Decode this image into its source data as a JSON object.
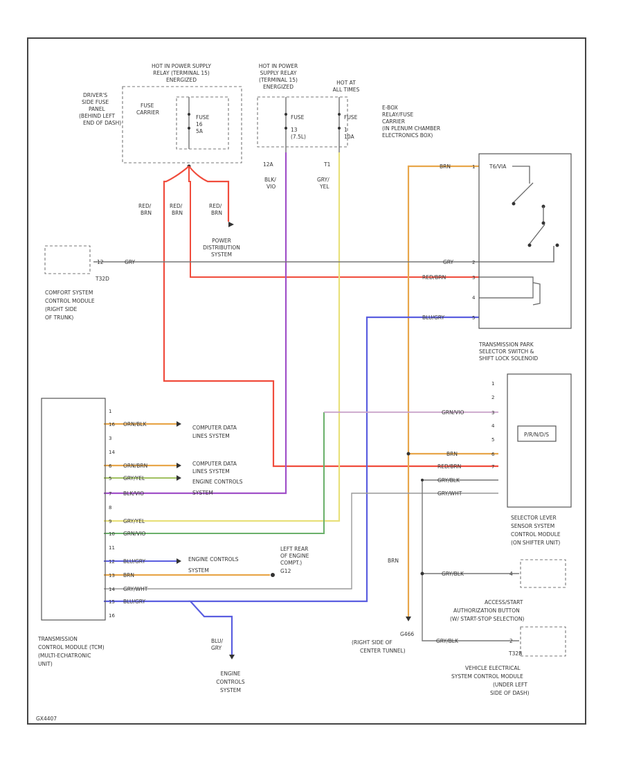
{
  "fuse_panels": {
    "left_panel_header": [
      "HOT IN POWER SUPPLY",
      "RELAY (TERMINAL 15)",
      "ENERGIZED"
    ],
    "left_panel_label": [
      "DRIVER'S",
      "SIDE FUSE",
      "PANEL",
      "(BEHIND LEFT",
      "END OF DASH)"
    ],
    "fuse_carrier": [
      "FUSE",
      "CARRIER"
    ],
    "left_fuse": [
      "FUSE",
      "16",
      "5A"
    ],
    "middle_header": [
      "HOT IN POWER",
      "SUPPLY RELAY",
      "(TERMINAL 15)",
      "ENERGIZED"
    ],
    "hot_at_all_times": [
      "HOT AT",
      "ALL TIMES"
    ],
    "middle_fuse_a": [
      "FUSE",
      "13",
      "(7.5L)"
    ],
    "middle_fuse_b": [
      "FUSE",
      "1",
      "10A"
    ],
    "right_panel_label": [
      "E-BOX",
      "RELAY/FUSE",
      "CARRIER",
      "(IN PLENUM CHAMBER",
      "ELECTRONICS BOX)"
    ],
    "pin_a": "12A",
    "pin_b": "T1"
  },
  "wires": {
    "red_brn_1": [
      "RED/",
      "BRN"
    ],
    "red_brn_2": [
      "RED/",
      "BRN"
    ],
    "red_brn_3": [
      "RED/",
      "BRN"
    ],
    "blk_vio": [
      "BLK/",
      "VIO"
    ],
    "gry_yel": [
      "GRY/",
      "YEL"
    ],
    "gry": "GRY",
    "brn_top": "BRN",
    "red_brn_right": "RED/BRN",
    "blu_gry_right": "BLU/GRY",
    "gry_right": "GRY",
    "brn_vertical": "BRN"
  },
  "power_distribution": [
    "POWER",
    "DISTRIBUTION",
    "SYSTEM"
  ],
  "comfort_module": {
    "connector": "T32D",
    "pin": "12",
    "label": [
      "COMFORT SYSTEM",
      "CONTROL MODULE",
      "(RIGHT SIDE",
      "OF TRUNK)"
    ]
  },
  "selector_switch": {
    "connector_label": "T6/VIA",
    "label": [
      "TRANSMISSION PARK",
      "SELECTOR SWITCH &",
      "SHIFT LOCK SOLENOID"
    ],
    "pins": [
      "1",
      "2",
      "3",
      "4",
      "5"
    ]
  },
  "tcm": {
    "pins": [
      "1",
      "16",
      "3",
      "14",
      "6",
      "5",
      "7",
      "8",
      "9",
      "10",
      "11",
      "12",
      "13",
      "14",
      "15",
      "16"
    ],
    "wire_colors": [
      "ORN/BLK",
      "ORN/BRN",
      "GRY/YEL",
      "BLK/VIO",
      "GRY/YEL",
      "GRN/VIO",
      "BLU/GRY",
      "BRN",
      "GRY/WHT",
      "BLU/GRY"
    ],
    "label": [
      "TRANSMISSION",
      "CONTROL MODULE (TCM)",
      "(MULTI-ECHATRONIC",
      "UNIT)"
    ]
  },
  "system_refs": {
    "computer_data_1": [
      "COMPUTER DATA",
      "LINES SYSTEM"
    ],
    "computer_data_2": [
      "COMPUTER DATA",
      "LINES SYSTEM"
    ],
    "engine_controls_1": [
      "ENGINE CONTROLS",
      "SYSTEM"
    ],
    "engine_controls_2": [
      "ENGINE CONTROLS",
      "SYSTEM"
    ],
    "engine_controls_bottom": [
      "ENGINE",
      "CONTROLS",
      "SYSTEM"
    ],
    "left_rear_ground": [
      "LEFT REAR",
      "OF ENGINE",
      "COMPT.)",
      "G12"
    ]
  },
  "selector_module": {
    "label": [
      "SELECTOR LEVER",
      "SENSOR SYSTEM",
      "CONTROL MODULE",
      "(ON SHIFTER UNIT)"
    ],
    "block_text": "P/R/N/D/S",
    "pins": [
      "7",
      "6",
      "5",
      "4",
      "3",
      "2",
      "1"
    ],
    "wire_colors": [
      "GRN/VIO",
      "BRN",
      "RED/BRN",
      "GRY/BLK",
      "GRY/WHT"
    ]
  },
  "access_button": {
    "label": [
      "ACCESS/START",
      "AUTHORIZATION BUTTON",
      "(W/ START-STOP SELECTION)"
    ],
    "wire": "GRY/BLK",
    "pin": "4"
  },
  "vehicle_electrical": {
    "connector": "T32B",
    "wire": "GRY/BLK",
    "pin": "2",
    "label": [
      "VEHICLE ELECTRICAL",
      "SYSTEM CONTROL MODULE",
      "(UNDER LEFT",
      "SIDE OF DASH)"
    ]
  },
  "ground": {
    "id": "G466",
    "label": [
      "(RIGHT SIDE OF",
      "CENTER TUNNEL)"
    ]
  },
  "blu_gry_bottom": [
    "BLU/",
    "GRY"
  ],
  "diagram_id": "GX4407",
  "colors": {
    "red": "#f04c3c",
    "orange_brown": "#e8a64a",
    "violet": "#a050c8",
    "yellow": "#e8e07a",
    "blue": "#5a5ee0",
    "green": "#6ab06a",
    "pink_violet": "#c8a0c8",
    "gray": "#777777"
  }
}
